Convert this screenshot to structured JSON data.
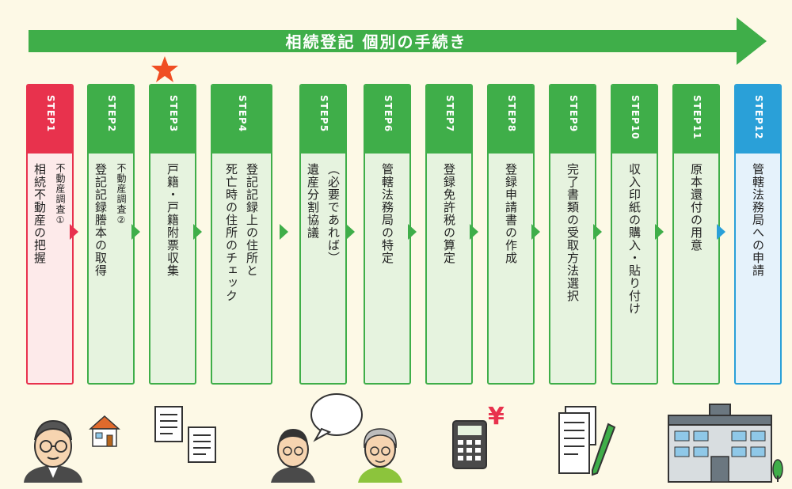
{
  "banner": {
    "title": "相続登記 個別の手続き",
    "color": "#3fae49"
  },
  "highlight": {
    "icon": "star-icon",
    "step": "STEP3",
    "color": "#f04e23"
  },
  "colors": {
    "green": "#3fae49",
    "red": "#e8324d",
    "blue": "#2aa0d8"
  },
  "steps": [
    {
      "label": "STEP1",
      "lines": [
        "相続不動産の把握"
      ],
      "small": "不動産調査①"
    },
    {
      "label": "STEP2",
      "lines": [
        "登記記録謄本の取得"
      ],
      "small": "不動産調査②"
    },
    {
      "label": "STEP3",
      "lines": [
        "戸籍・戸籍附票収集"
      ]
    },
    {
      "label": "STEP4",
      "lines": [
        "登記記録上の住所と",
        "死亡時の住所のチェック"
      ]
    },
    {
      "label": "STEP5",
      "lines": [
        "（必要であれば）",
        "遺産分割協議"
      ]
    },
    {
      "label": "STEP6",
      "lines": [
        "管轄法務局の特定"
      ]
    },
    {
      "label": "STEP7",
      "lines": [
        "登録免許税の算定"
      ]
    },
    {
      "label": "STEP8",
      "lines": [
        "登録申請書の作成"
      ]
    },
    {
      "label": "STEP9",
      "lines": [
        "完了書類の受取方法選択"
      ]
    },
    {
      "label": "STEP10",
      "lines": [
        "収入印紙の購入・貼り付け"
      ]
    },
    {
      "label": "STEP11",
      "lines": [
        "原本還付の用意"
      ]
    },
    {
      "label": "STEP12",
      "lines": [
        "管轄法務局への申請"
      ]
    }
  ],
  "illustrations": {
    "yen_symbol": "¥",
    "icons": [
      "person-with-house-icon",
      "documents-icon",
      "consultation-icon",
      "calculator-icon",
      "document-pen-icon",
      "office-building-icon"
    ]
  }
}
